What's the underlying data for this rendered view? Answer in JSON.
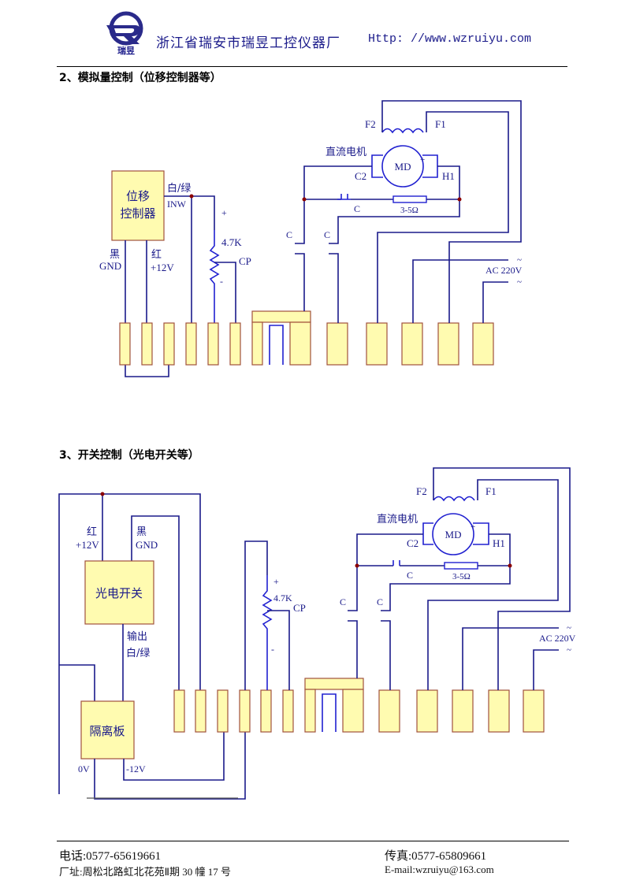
{
  "header": {
    "logo_text": "瑞昱",
    "company": "浙江省瑞安市瑞昱工控仪器厂",
    "url": "Http: //www.wzruiyu.com"
  },
  "section2": {
    "title": "2、模拟量控制（位移控制器等）",
    "controller_label_line1": "位移",
    "controller_label_line2": "控制器",
    "signal_wire": "白/绿",
    "signal_name": "INW",
    "black_label": "黑",
    "gnd_label": "GND",
    "red_label": "红",
    "v12_label": "+12V",
    "pot_plus": "+",
    "pot_value": "4.7K",
    "pot_wiper": "CP",
    "pot_minus": "-",
    "relay_contact_1": "C",
    "relay_contact_2": "C",
    "motor_name": "直流电机",
    "motor_symbol": "MD",
    "field_f2": "F2",
    "field_f1": "F1",
    "armature_c2": "C2",
    "armature_h1": "H1",
    "brake_contact": "C",
    "brake_resistor": "3-5Ω",
    "ac_label": "AC 220V",
    "ac_tilde_top": "~",
    "ac_tilde_bottom": "~"
  },
  "section3": {
    "title": "3、开关控制（光电开关等）",
    "switch_label": "光电开关",
    "red_label": "红",
    "v12_label": "+12V",
    "black_label": "黑",
    "gnd_label": "GND",
    "output_label": "输出",
    "output_wire": "白/绿",
    "isolator_label": "隔离板",
    "zero_v_label": "0V",
    "neg12_label": "-12V",
    "pot_plus": "+",
    "pot_value": "4.7K",
    "pot_wiper": "CP",
    "pot_minus": "-",
    "relay_contact_1": "C",
    "relay_contact_2": "C",
    "motor_name": "直流电机",
    "motor_symbol": "MD",
    "field_f2": "F2",
    "field_f1": "F1",
    "armature_c2": "C2",
    "armature_h1": "H1",
    "brake_contact": "C",
    "brake_resistor": "3-5Ω",
    "ac_label": "AC 220V",
    "ac_tilde_top": "~",
    "ac_tilde_bottom": "~"
  },
  "footer": {
    "phone": "电话:0577-65619661",
    "fax": "传真:0577-65809661",
    "address": "厂址:周松北路虹北花苑Ⅱ期 30 幢 17 号",
    "email": "E-mail:wzruiyu@163.com"
  }
}
